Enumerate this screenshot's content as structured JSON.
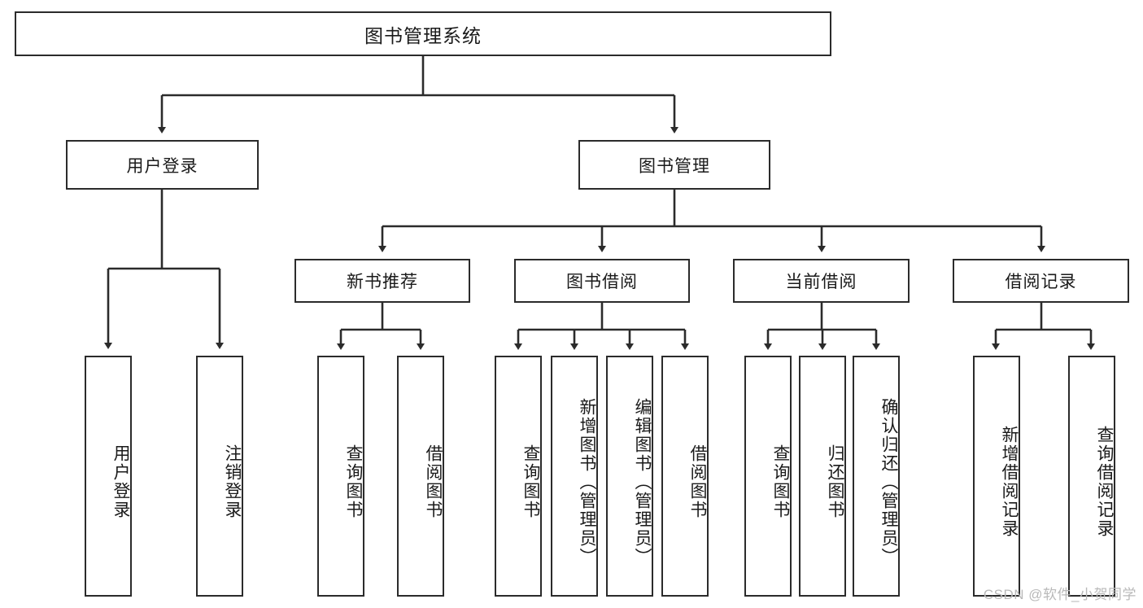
{
  "diagram": {
    "type": "hierarchy-tree",
    "title": "图书管理系统",
    "watermark": "CSDN @软件_小贺同学",
    "colors": {
      "stroke": "#2b2b2b",
      "fill": "#ffffff",
      "text": "#1a1a1a",
      "watermark": "#b9b9b9"
    },
    "root": {
      "label": "图书管理系统"
    },
    "level2": [
      {
        "label": "用户登录"
      },
      {
        "label": "图书管理"
      }
    ],
    "level3": [
      {
        "label": "新书推荐"
      },
      {
        "label": "图书借阅"
      },
      {
        "label": "当前借阅"
      },
      {
        "label": "借阅记录"
      }
    ],
    "leaves": {
      "user_login": [
        {
          "label": "用户登录"
        },
        {
          "label": "注销登录"
        }
      ],
      "new_book": [
        {
          "label": "查询图书"
        },
        {
          "label": "借阅图书"
        }
      ],
      "book_borrow": [
        {
          "label": "查询图书"
        },
        {
          "label": "新增图书（管理员）"
        },
        {
          "label": "编辑图书（管理员）"
        },
        {
          "label": "借阅图书"
        }
      ],
      "current_borrow": [
        {
          "label": "查询图书"
        },
        {
          "label": "归还图书"
        },
        {
          "label": "确认归还（管理员）"
        }
      ],
      "borrow_record": [
        {
          "label": "新增借阅记录"
        },
        {
          "label": "查询借阅记录"
        }
      ]
    }
  }
}
